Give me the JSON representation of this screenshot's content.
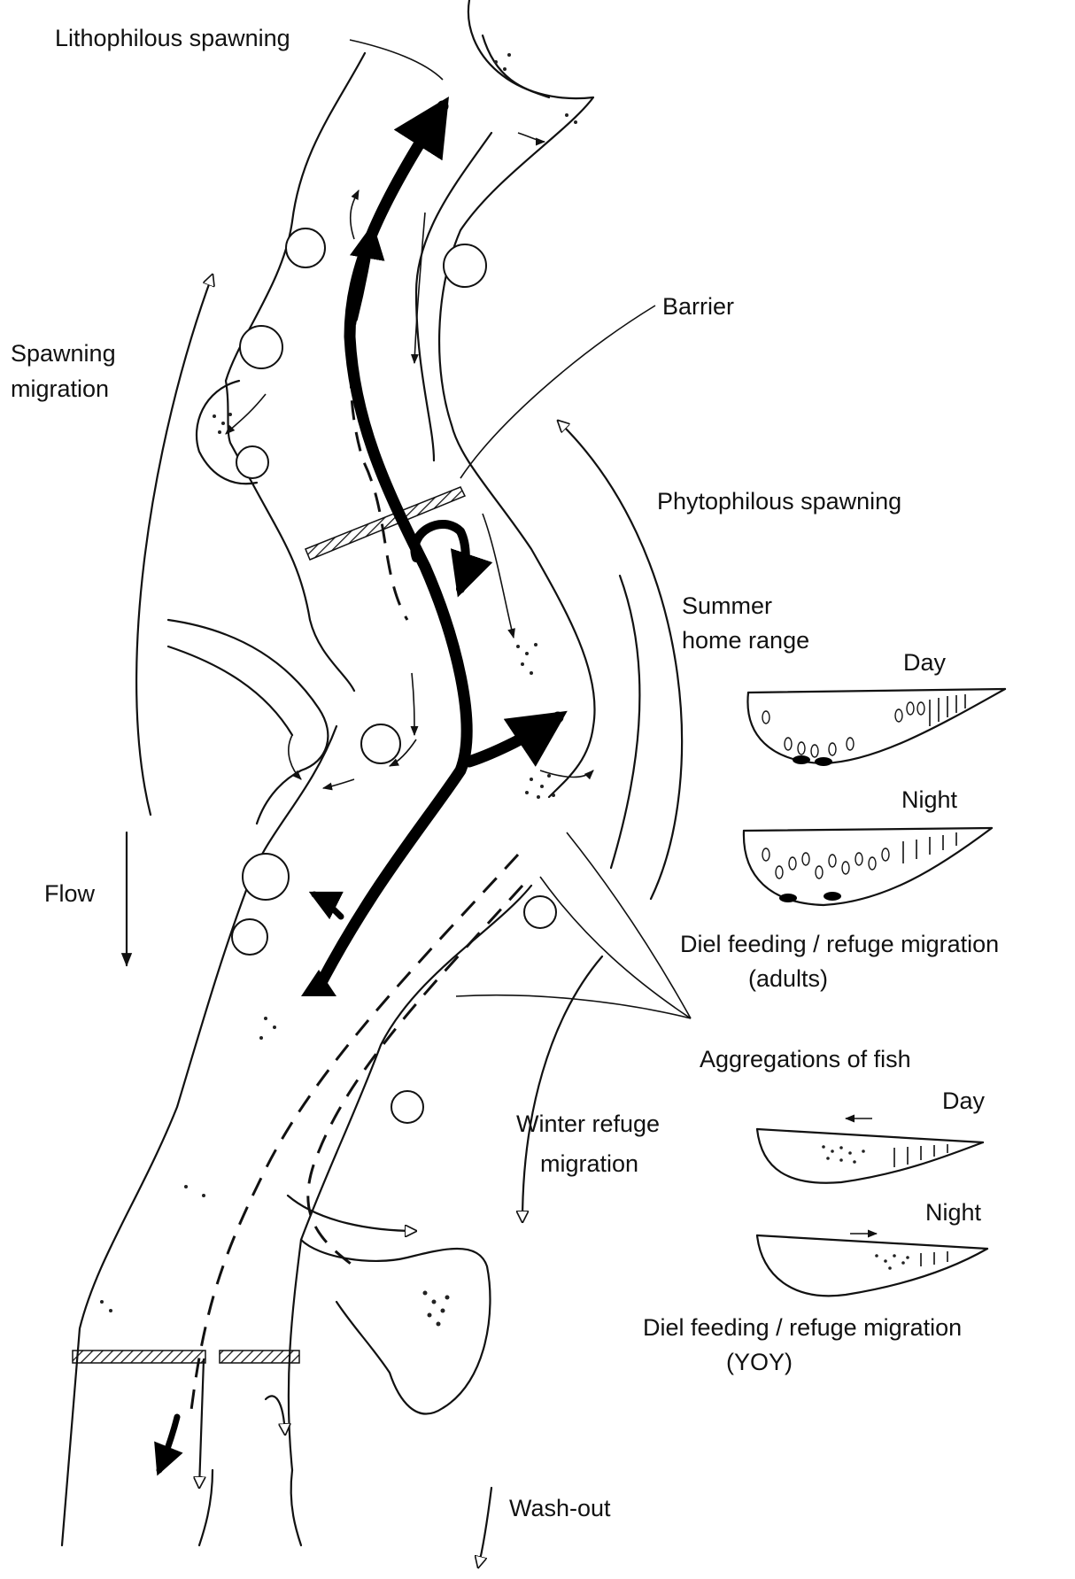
{
  "labels": {
    "lithophilous_spawning": "Lithophilous spawning",
    "barrier": "Barrier",
    "spawning_migration_1": "Spawning",
    "spawning_migration_2": "migration",
    "phytophilous_spawning": "Phytophilous spawning",
    "summer_home_range_1": "Summer",
    "summer_home_range_2": "home range",
    "day_1": "Day",
    "night_1": "Night",
    "diel_adults_1": "Diel feeding / refuge migration",
    "diel_adults_2": "(adults)",
    "flow": "Flow",
    "aggregations": "Aggregations of fish",
    "winter_refuge_1": "Winter refuge",
    "winter_refuge_2": "migration",
    "day_2": "Day",
    "night_2": "Night",
    "diel_yoy_1": "Diel feeding / refuge migration",
    "diel_yoy_2": "(YOY)",
    "wash_out": "Wash-out"
  }
}
